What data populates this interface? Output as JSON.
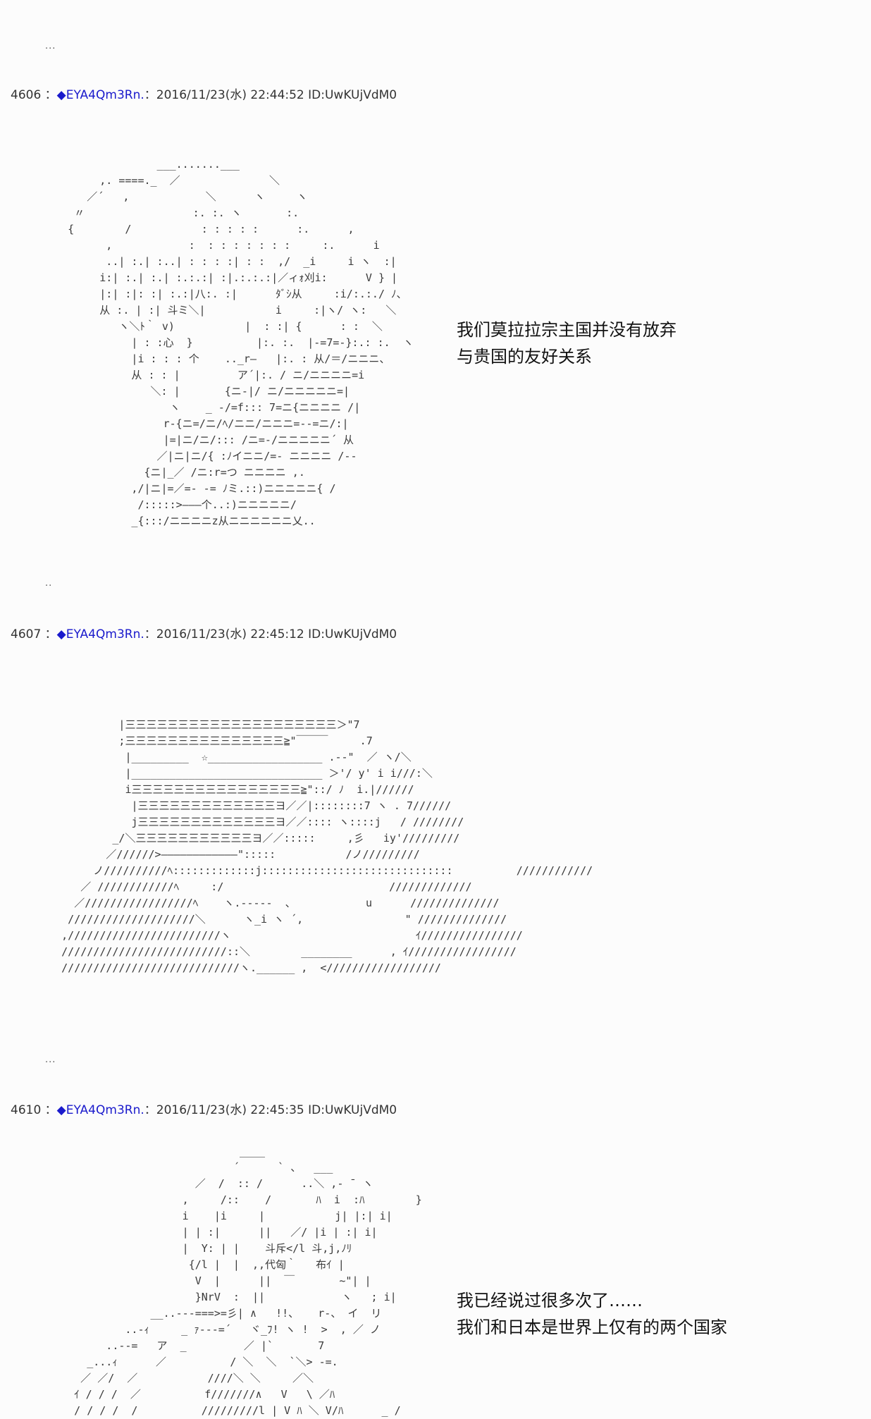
{
  "posts": [
    {
      "lead": "...",
      "number": "4606",
      "sep": "：",
      "name": "◆EYA4Qm3Rn.",
      "meta": "：2016/11/23(水) 22:44:52 ID:UwKUjVdM0",
      "art": "                  ___.......___\n         ,. ====._  ／              ＼\n       ／´   ,            ＼      ヽ     ヽ\n     〃                 :. :. ヽ       :.\n    {        /           : : : : :      :.      ,\n          ,            :  : : : : : : :     :.      i\n          ..| :.| :..| : : : :| : :  ,/  _i     i ヽ  :|\n         i:| :.| :.| :.:.:| :|.:.:.:|／ィｫ刈i:      V } |\n         |:| :|: :| :.:|八:. :|      ﾀﾞｼ从     :i/:.:./ ﾉ、\n         从 :. | :| 斗ミ＼|           i     :|ヽ/ ヽ:   ＼\n            ヽ＼ﾄ｀ v)           |  : :| {      : :  ＼\n              | : :心  }          |:. :.  |-=7=-}:.: :.  ヽ\n              |i : : : 个    .._r―   |:. : 从/＝/ニニニ、\n              从 : : |         ア´|:. / ニ/ニニニニ=i\n                 ＼: |       {ニ-|/ ニ/ニニニニニ=|\n                    ヽ    _ -/=f::: 7=ニ{ニニニニ /|\n                   r-{ニ=/ニ/ﾍ/ニニ/ニニニ=--=ニ/:|\n                   |=|ニ/ニ/::: /ニ=-/ニニニニニ´ 从\n                  ／|ニ|ニ/{ :ﾉイニニ/=- ニニニニ /--\n                {ニ|_／ /ニ:r=つ ニニニニ ,.\n              ,/|ニ|=／=- -= ﾉミ.::)ニニニニニ{ /\n               /:::::>―――个..:)ニニニニニ/\n              _{:::/ニニニニz从ニニニニニニ乂..",
      "caption": "我们莫拉拉宗主国并没有放弃\n与贵国的友好关系"
    },
    {
      "lead": "..",
      "number": "4607",
      "sep": "：",
      "name": "◆EYA4Qm3Rn.",
      "meta": "：2016/11/23(水) 22:45:12 ID:UwKUjVdM0",
      "art": "              |三三三三三三三三三三三三三三三三三三三三＞\"7\n              ;三三三三三三三三三三三三三三三≧\"￣￣￣     .7\n               |_________  ☆__________________ .--\"  ／ ヽ/＼\n               |______________________________ ＞'/ y' i i///:＼\n               i三三三三三三三三三三三三三三三三≧\"::/ ﾉ  i.|//////\n                |三三三三三三三三三三三三三ヨ／／|::::::::7 ヽ . 7//////\n                j三三三三三三三三三三三三三ヨ／／:::: ヽ::::j   / ////////\n             _/＼三三三三三三三三三三三ヨ／／:::::     ,彡   iy'/////////\n            ／//////>――――――――――――\":::::           /ノ/////////\n          ノ//////////ﾍ:::::::::::::j::::::::::::::::::::::::::::::          ////////////\n        ／ ////////////ﾍ     :/                          /////////////\n       ／/////////////////ﾍ    ヽ.-----  、           u      //////////////\n      ////////////////////＼      ヽ_i ヽ ´,                \" //////////////\n     ,////////////////////////ヽ                             ｲ////////////////\n     //////////////////////////::＼        ________      , ｲ/////////////////\n     ////////////////////////////ヽ.______ ,  <//////////////////",
      "caption": ""
    },
    {
      "lead": "...",
      "number": "4610",
      "sep": "：",
      "name": "◆EYA4Qm3Rn.",
      "meta": "：2016/11/23(水) 22:45:35 ID:UwKUjVdM0",
      "art": "                               ____\n                              ´      ` 、  ___\n                        ／  /  :: /      ..＼ ,- ¯ ヽ\n                      ,     /::    /       ﾊ  i  :ﾊ        }\n                      i    |i     |           j| |:| i|\n                      | | :|      ||   ／/ |i | :| i|\n                      |  Y: | |    斗斥</l 斗,j,ﾉﾘ\n                       {/l |  |  ,,代匈｀   布ｲ |\n                        V  |      ||  ￣       ~\"| |\n                        }NrV  :  ||            ヽ   ; i|\n                 __..---===>=彡| ∧   !!、   r-、 イ  リ\n             ..-ｨ     _ ｧ---=´   ヾ_ﾌ! ヽ !  >  , ／ ノ\n          ..--=   ア  _         ／ |`       7\n       _...ｨ      ／          / ＼  ＼  `＼> -=.\n      ／ ／/  ／           ////＼ ＼     ／＼\n     ｲ / / /  ／          f///////∧   V   \\ ／ﾊ\n     / / / /  /          /////////l | V ﾊ ＼ V/ﾊ      _ /",
      "caption": "我已经说过很多次了……\n我们和日本是世界上仅有的两个国家"
    }
  ]
}
